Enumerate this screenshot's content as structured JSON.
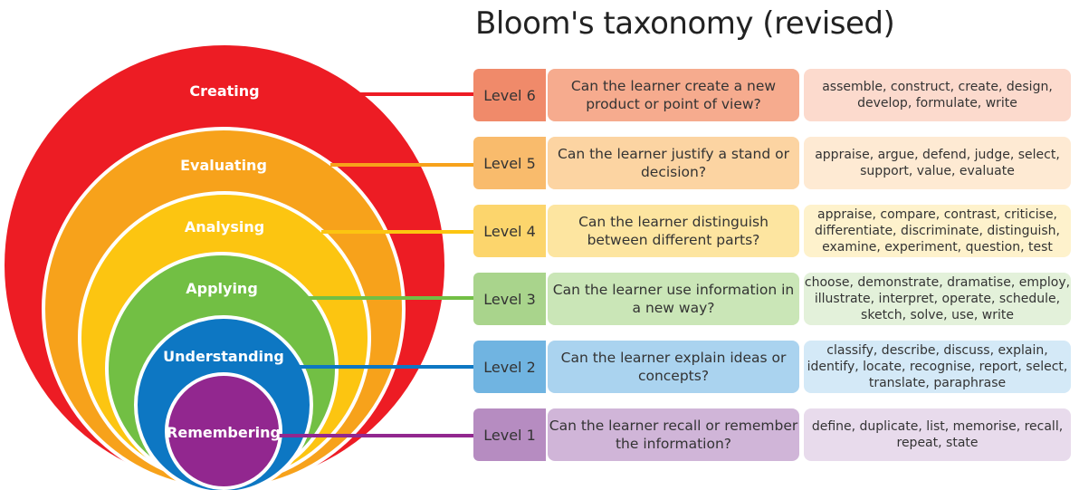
{
  "title": "Bloom's taxonomy (revised)",
  "levels": [
    {
      "name": "Creating",
      "level": "Level 6",
      "question": "Can the learner create a new product or point of view?",
      "verbs": "assemble, construct, create, design, develop, formulate, write",
      "color": "#ed1c24",
      "lv": "#f08a6a",
      "q": "#f6ab8e",
      "v": "#fcdacd"
    },
    {
      "name": "Evaluating",
      "level": "Level 5",
      "question": "Can the learner justify a stand or decision?",
      "verbs": "appraise, argue, defend, judge, select, support, value, evaluate",
      "color": "#f7a21b",
      "lv": "#f9bb6c",
      "q": "#fcd4a2",
      "v": "#feead3"
    },
    {
      "name": "Analysing",
      "level": "Level 4",
      "question": "Can the learner distinguish between different parts?",
      "verbs": "appraise, compare, contrast, criticise, differentiate, discriminate, distinguish, examine, experiment, question, test",
      "color": "#fcc511",
      "lv": "#fcd56c",
      "q": "#fde5a0",
      "v": "#fef2cc"
    },
    {
      "name": "Applying",
      "level": "Level 3",
      "question": "Can the learner use information in a new way?",
      "verbs": "choose, demonstrate, dramatise, employ, illustrate, interpret, operate, schedule, sketch, solve, use, write",
      "color": "#72bf44",
      "lv": "#a9d48c",
      "q": "#cae6b7",
      "v": "#e3f1da"
    },
    {
      "name": "Understanding",
      "level": "Level 2",
      "question": "Can the learner explain ideas or concepts?",
      "verbs": "classify, describe, discuss, explain, identify, locate, recognise, report, select, translate, paraphrase",
      "color": "#0d77c3",
      "lv": "#70b4e1",
      "q": "#aad3ef",
      "v": "#d4e9f7"
    },
    {
      "name": "Remembering",
      "level": "Level 1",
      "question": "Can the learner recall or remember the information?",
      "verbs": "define, duplicate, list, memorise, recall, repeat, state",
      "color": "#92278f",
      "lv": "#b68cc1",
      "q": "#d0b5d8",
      "v": "#e8dbec"
    }
  ]
}
